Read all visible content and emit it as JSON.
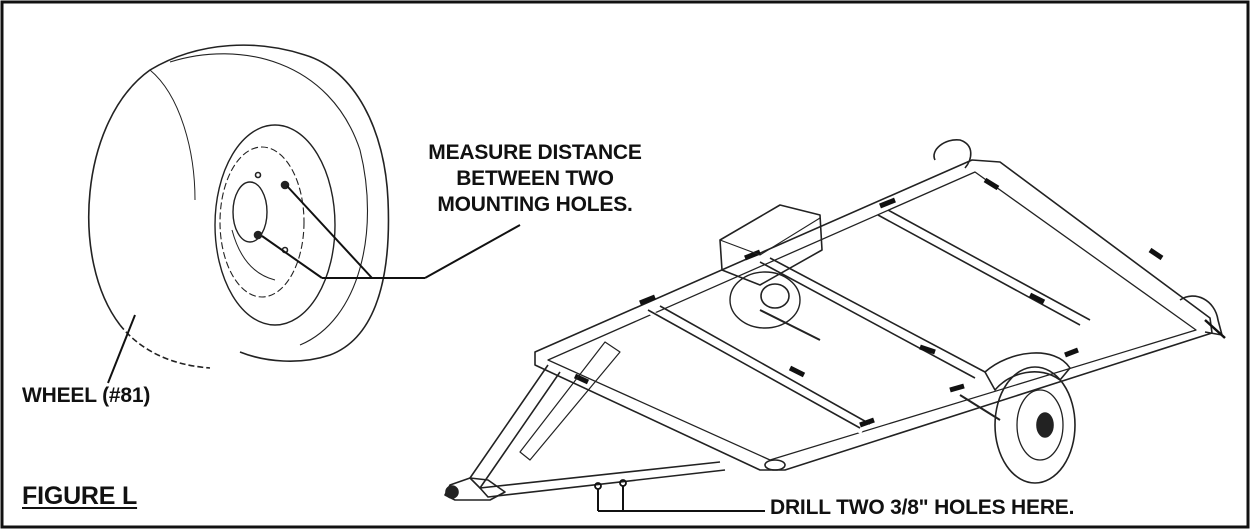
{
  "callouts": {
    "measure": [
      "MEASURE DISTANCE",
      "BETWEEN TWO",
      "MOUNTING HOLES."
    ],
    "wheel": "WHEEL (#81)",
    "drill": "DRILL TWO 3/8\" HOLES HERE."
  },
  "figure_title": "FIGURE L"
}
